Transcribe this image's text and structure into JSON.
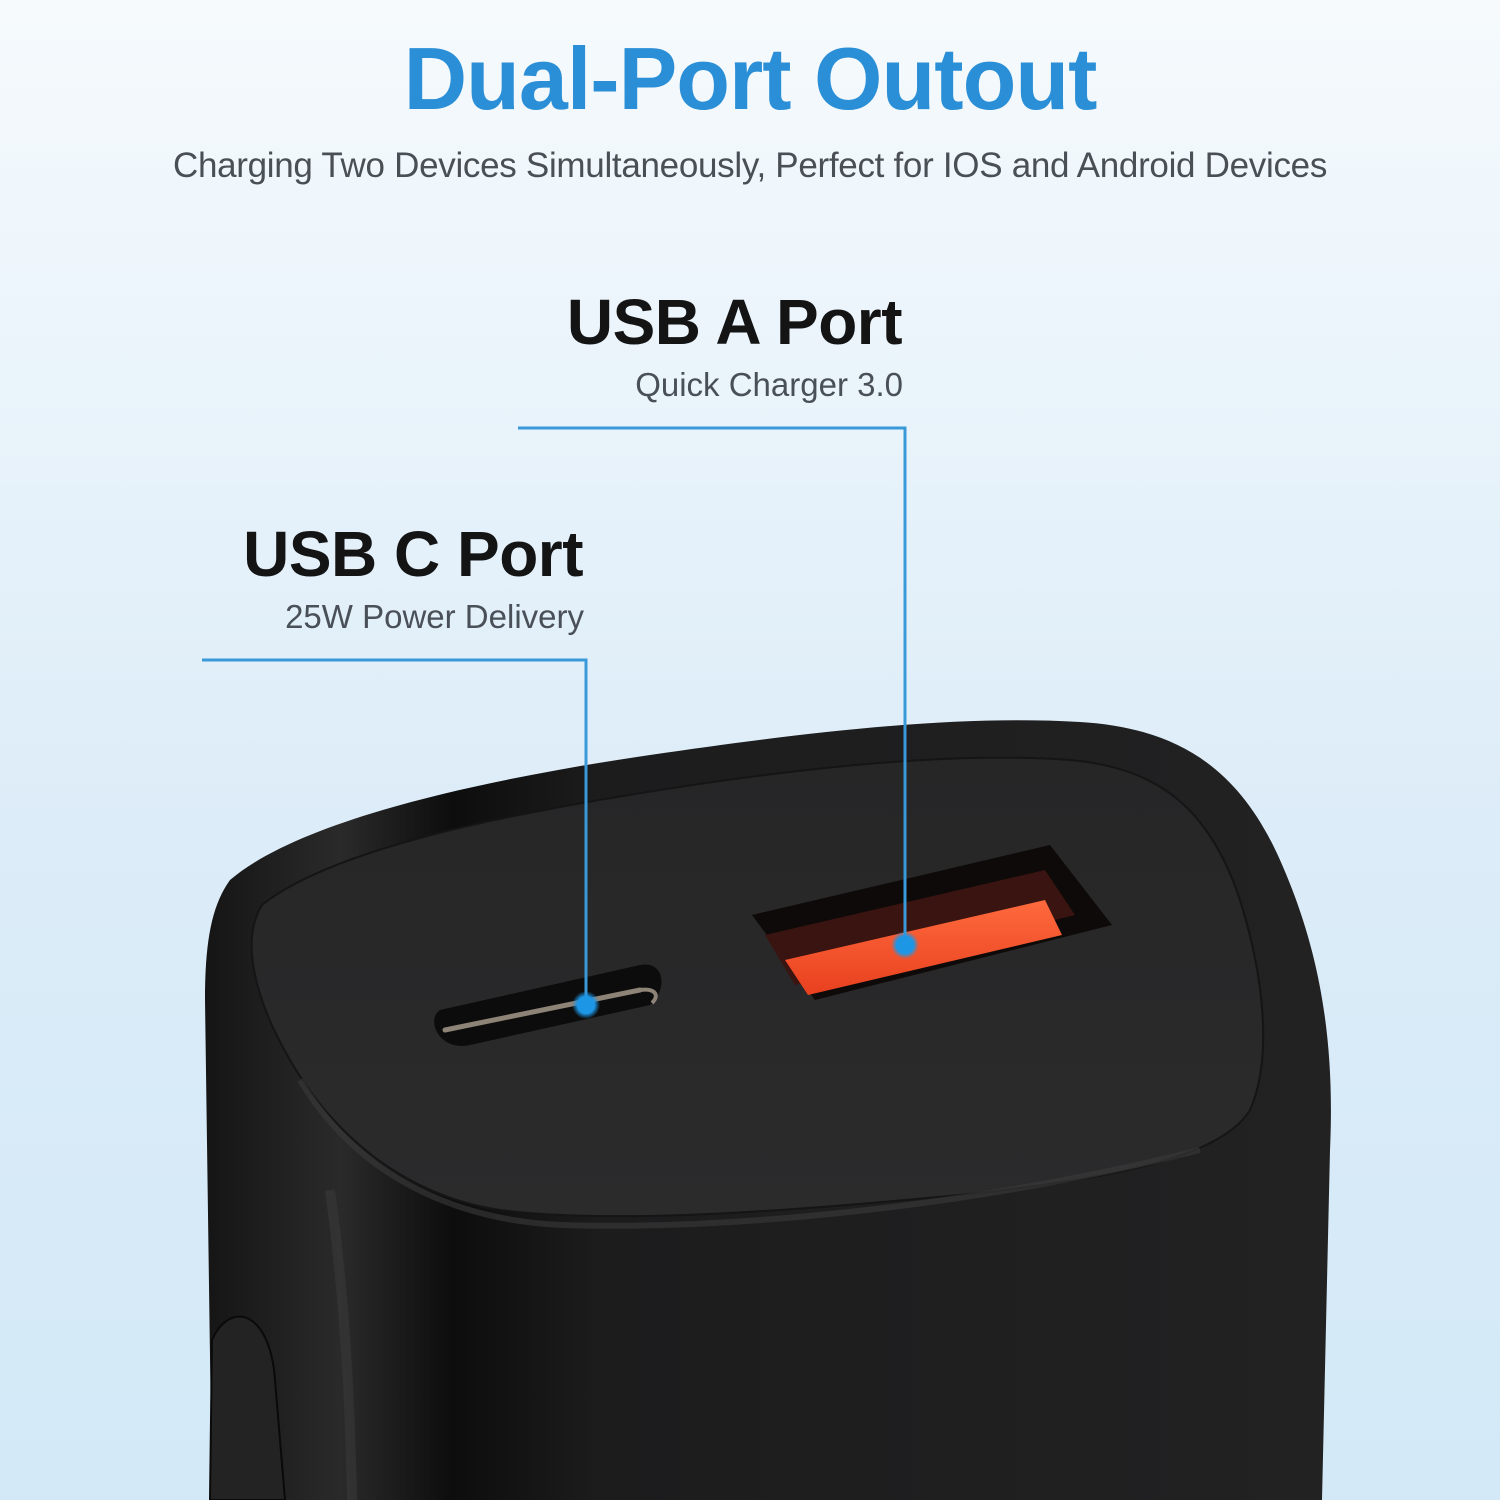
{
  "header": {
    "title": "Dual-Port Outout",
    "subtitle": "Charging Two Devices Simultaneously, Perfect for IOS and Android Devices"
  },
  "callouts": {
    "usb_a": {
      "title": "USB A Port",
      "subtitle": "Quick Charger 3.0"
    },
    "usb_c": {
      "title": "USB C Port",
      "subtitle": "25W Power Delivery"
    }
  },
  "product": {
    "name": "dual-port wall charger",
    "body_color": "#1f1f20",
    "usb_a_insert_color": "#f4532d",
    "callout_line_color": "#3a9ad9",
    "callout_dot_color": "#1e96e6"
  },
  "colors": {
    "title": "#2a8fd6",
    "subtitle": "#4a4f55",
    "callout_title": "#141414",
    "callout_sub": "#4a5057",
    "background_top": "#f6fafd",
    "background_bottom": "#d3e9f7"
  }
}
